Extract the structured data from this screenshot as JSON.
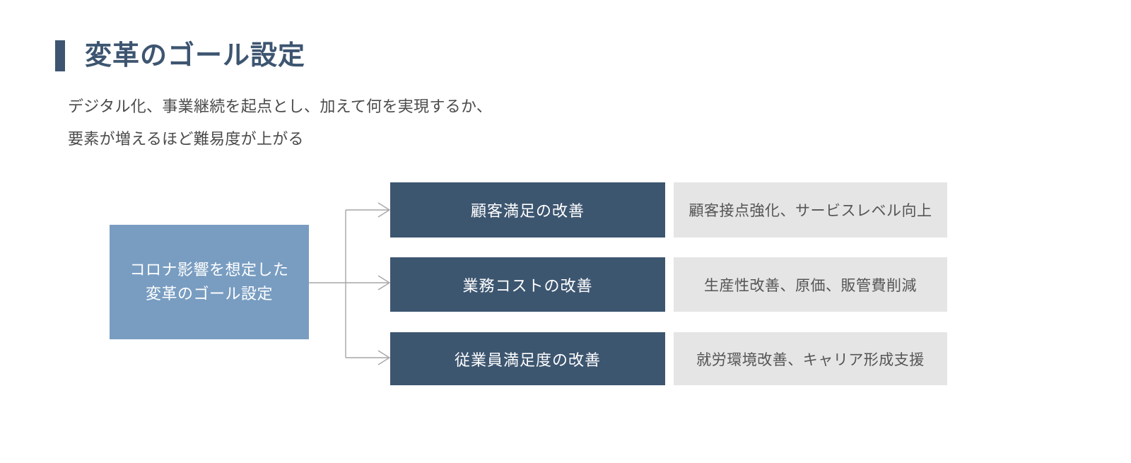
{
  "slide": {
    "title": "変革のゴール設定",
    "subtitle_lines": [
      "デジタル化、事業継続を起点とし、加えて何を実現するか、",
      "要素が増えるほど難易度が上がる"
    ]
  },
  "diagram": {
    "source": {
      "label_lines": [
        "コロナ影響を想定した",
        "変革のゴール設定"
      ]
    },
    "rows": [
      {
        "goal": "顧客満足の改善",
        "detail": "顧客接点強化、サービスレベル向上"
      },
      {
        "goal": "業務コストの改善",
        "detail": "生産性改善、原価、販管費削減"
      },
      {
        "goal": "従業員満足度の改善",
        "detail": "就労環境改善、キャリア形成支援"
      }
    ],
    "connector": {
      "arrow_icon": "chevron-right-arrowhead"
    }
  },
  "colors": {
    "title_navy": "#3d5570",
    "source_blue": "#799dc1",
    "goal_navy": "#3d5670",
    "detail_gray": "#e5e5e5",
    "connector_gray": "#a6a6a6",
    "background": "#ffffff",
    "body_text": "#4a4a4a"
  }
}
